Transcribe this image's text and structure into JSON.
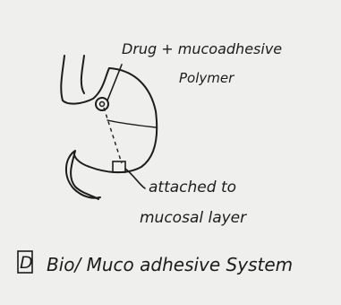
{
  "diagram": {
    "label_drug": "Drug + mucoadhesive",
    "label_polymer": "Polymer",
    "label_attached": "attached to",
    "label_mucosal": "mucosal layer",
    "caption_marker": "D",
    "caption_text": "Bio/ Muco adhesive System"
  },
  "colors": {
    "ink": "#1c1c1c",
    "paper": "#efefed"
  }
}
